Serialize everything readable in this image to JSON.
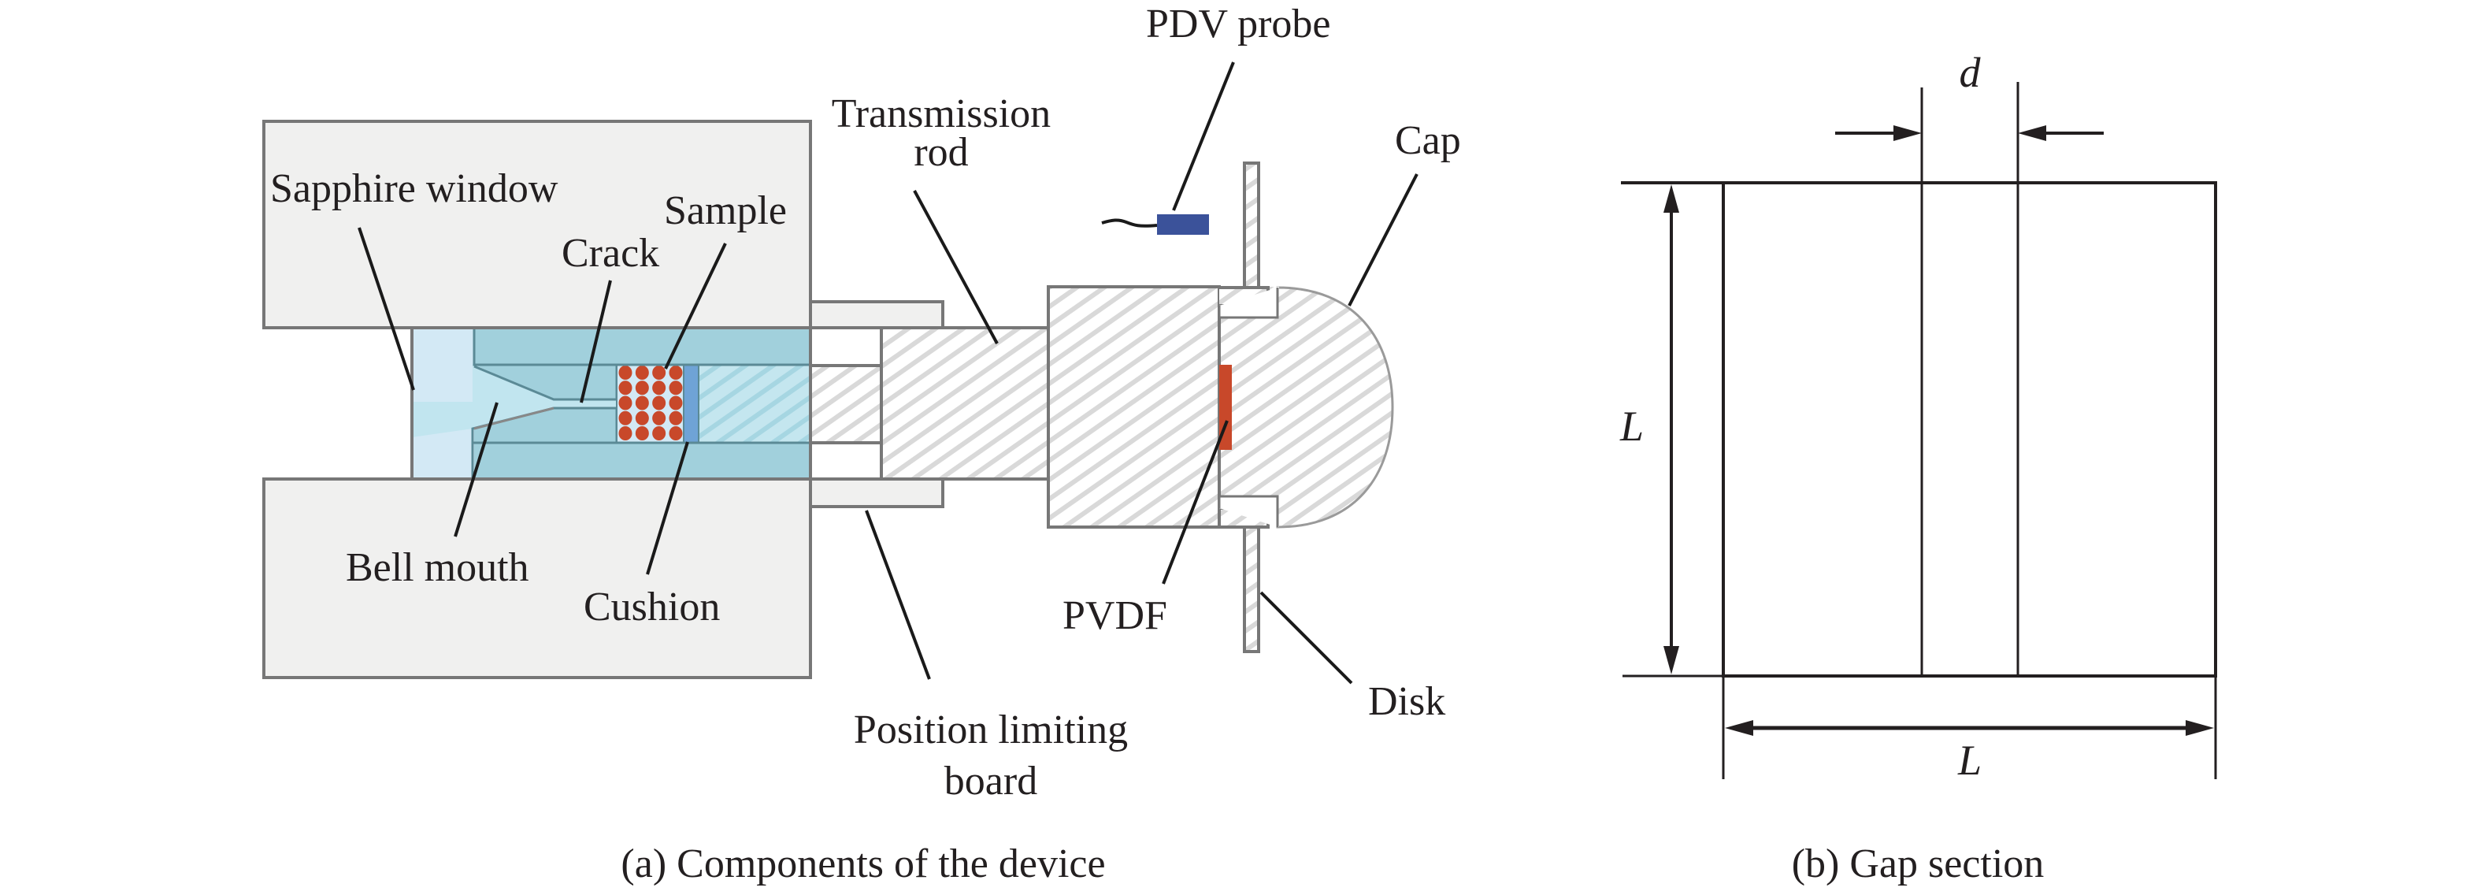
{
  "figure": {
    "panel_a": {
      "caption": "(a) Components of the device",
      "labels": {
        "sapphire_window": "Sapphire window",
        "crack": "Crack",
        "sample": "Sample",
        "bell_mouth": "Bell mouth",
        "cushion": "Cushion",
        "transmission_rod_line1": "Transmission",
        "transmission_rod_line2": "rod",
        "position_board_line1": "Position limiting",
        "position_board_line2": "board",
        "pdv_probe": "PDV probe",
        "cap": "Cap",
        "pvdf": "PVDF",
        "disk": "Disk"
      },
      "sample_grid": {
        "rows": 5,
        "cols": 4
      },
      "colors": {
        "housing": "#f0f0ef",
        "sapphire_window": "#d3e9f5",
        "bell_mouth": "#c1e5ef",
        "body": "#a1d0dc",
        "sample_dots": "#c8482a",
        "cushion": "#6fa3d6",
        "pvdf": "#c8482a",
        "pdv_probe": "#3b529a",
        "hatch": "#d9d9d9"
      }
    },
    "panel_b": {
      "caption": "(b) Gap section",
      "gap_label": "d",
      "height_label": "L",
      "width_label": "L"
    }
  }
}
